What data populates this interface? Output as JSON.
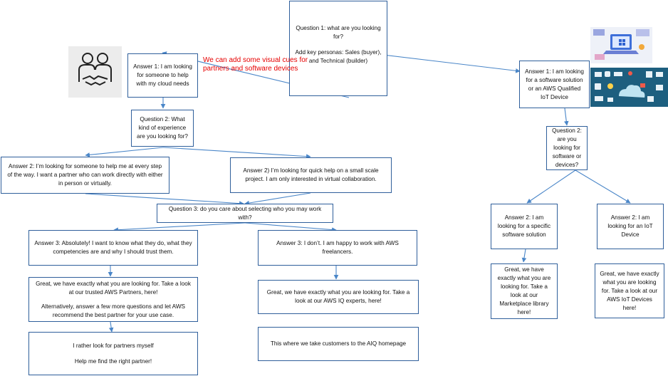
{
  "q1": {
    "line1": "Question 1: what are you looking for?",
    "line2": "Add key personas: Sales (buyer), and Technical (builder)"
  },
  "left_answer1": "Answer 1: I am looking for someone to help with my cloud needs",
  "annotation": "We can add some visual cues for partners and software devices",
  "left_q2": "Question 2: What kind of experience are you looking for?",
  "left_answer2a": "Answer 2: I’m looking for someone to help me at every step of the way. I want a partner who can work directly with either in person or virtually.",
  "left_answer2b": "Answer 2) I’m looking for quick help on a small scale project. I am only interested in virtual collaboration.",
  "left_q3": "Question 3: do you care about selecting who you may work with?",
  "left_answer3a": "Answer 3: Absolutely! I want to know what they do, what they competencies are and why I should trust them.",
  "left_answer3b": "Answer 3: I don’t. I am happy to work with AWS freelancers.",
  "result_partners": {
    "line1": "Great, we have exactly what you are looking for. Take a look at our trusted AWS Partners, here!",
    "line2": "Alternatively, answer a few more questions and let AWS recommend the best partner for your use case."
  },
  "result_iq": "Great, we have exactly what you are looking for. Take a look at our AWS IQ experts, here!",
  "choice_box": {
    "line1": "I rather look for partners myself",
    "line2": "Help me find the right partner!"
  },
  "aiq_box": "This where we take customers to the AIQ homepage",
  "right_answer1": "Answer 1: I am looking for a software solution or an AWS Qualified IoT Device",
  "right_q2": "Question 2: are you looking for software or devices?",
  "right_answer2a": "Answer 2: I am looking for a specific software solution",
  "right_answer2b": "Answer 2: I am looking for an IoT Device",
  "result_marketplace": "Great, we have exactly what you are looking for. Take a look at our Marketplace library here!",
  "result_iot": "Great, we have exactly what you are looking for. Take a look at our AWS IoT Devices here!",
  "colors": {
    "box_border": "#2f5f9b",
    "arrow": "#4a86c8",
    "annotation": "#e60000"
  },
  "icons": [
    "partners-handshake-icon",
    "software-laptop-icon",
    "iot-devices-icon"
  ]
}
